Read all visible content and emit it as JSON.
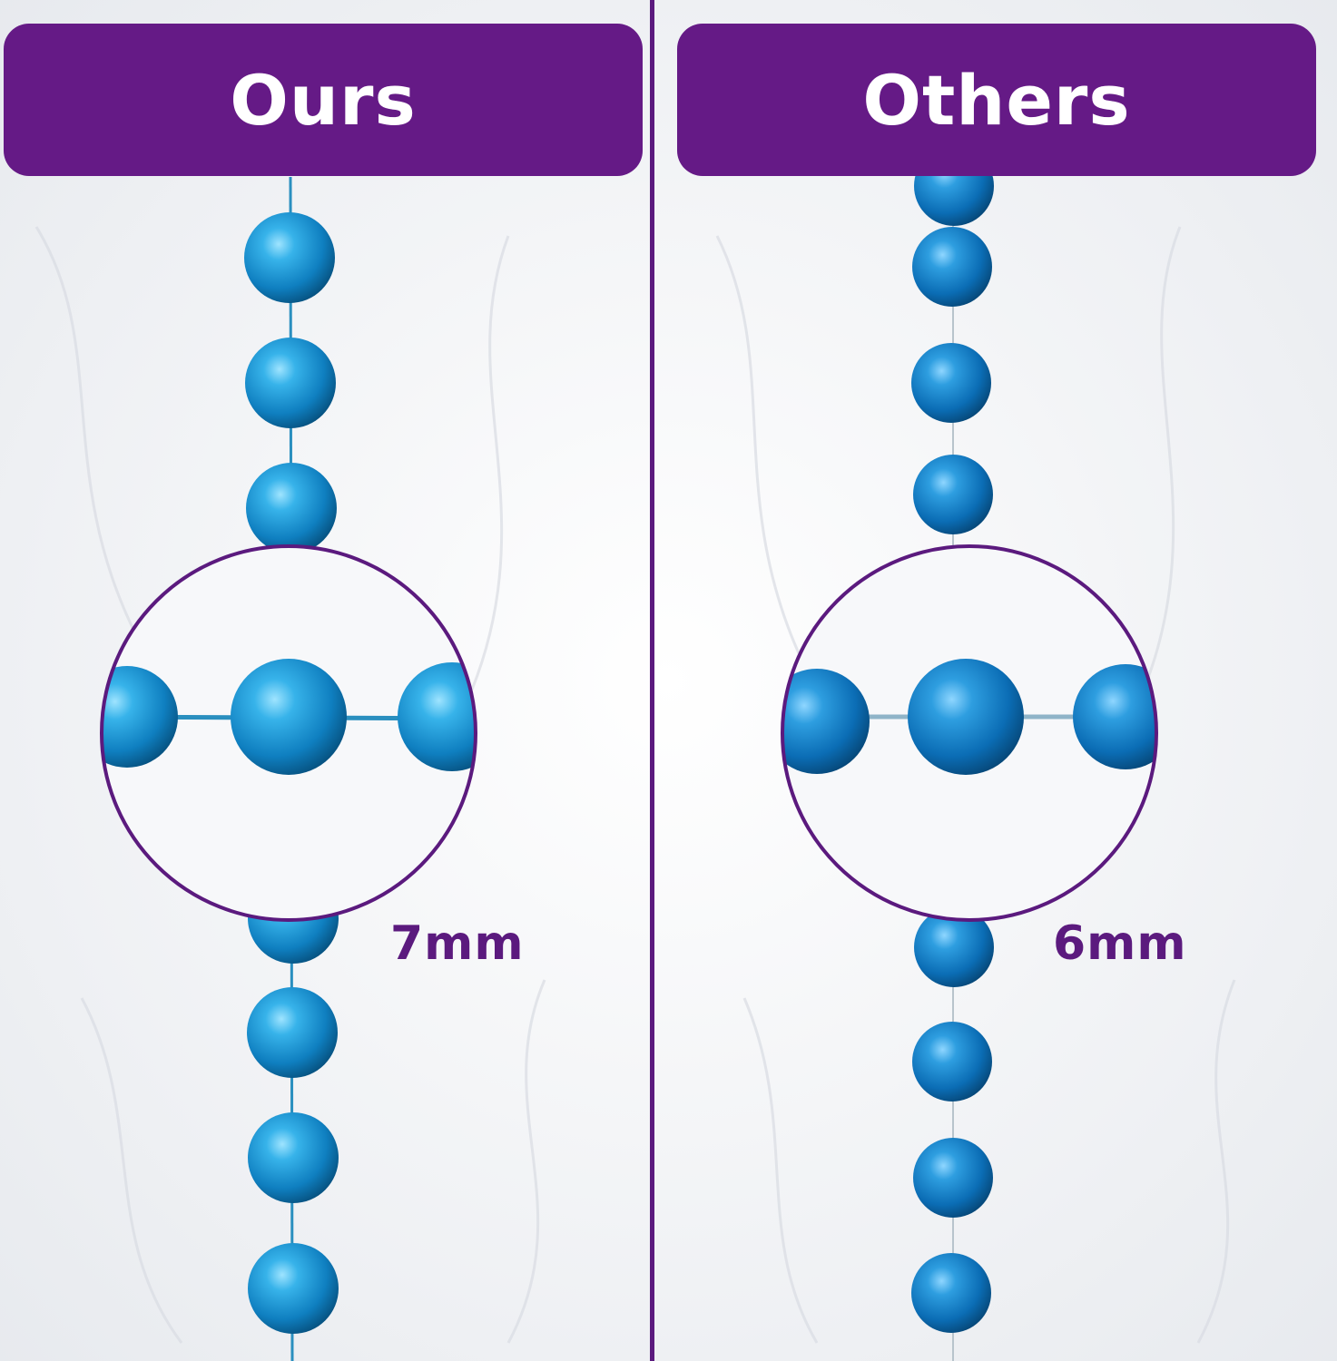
{
  "panels": {
    "left": {
      "title": "Ours",
      "size": "7mm"
    },
    "right": {
      "title": "Others",
      "size": "6mm"
    }
  },
  "colors": {
    "brand_purple": "#651a86",
    "bead_blue": "#1a8fd0",
    "background": "#f3f4f6"
  }
}
